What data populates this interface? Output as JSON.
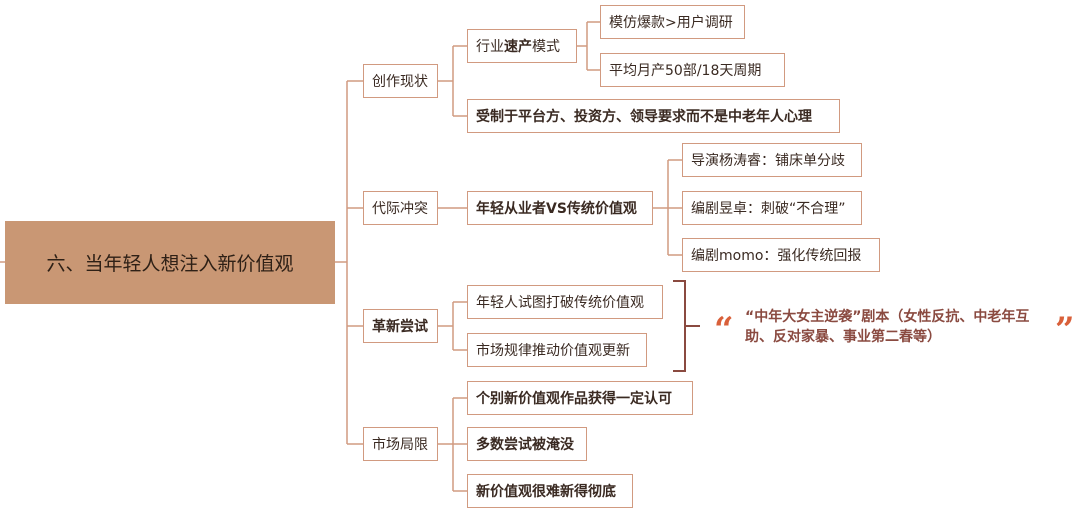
{
  "root": "六、当年轻人想注入新价值观",
  "branches": {
    "b1": {
      "label": "创作现状",
      "c1": {
        "pre": "行业",
        "bold": "速产",
        "post": "模式"
      },
      "c1_children": [
        "模仿爆款>用户调研",
        "平均月产50部/18天周期"
      ],
      "c2": "受制于平台方、投资方、领导要求而不是中老年人心理"
    },
    "b2": {
      "label": "代际冲突",
      "c1": "年轻从业者VS传统价值观",
      "c1_children": [
        "导演杨涛睿：铺床单分歧",
        "编剧昱卓：刺破“不合理”",
        "编剧momo：强化传统回报"
      ]
    },
    "b3": {
      "label": "革新尝试",
      "children": [
        "年轻人试图打破传统价值观",
        "市场规律推动价值观更新"
      ],
      "quote": "“中年大女主逆袭”剧本（女性反抗、中老年互助、反对家暴、事业第二春等）"
    },
    "b4": {
      "label": "市场局限",
      "children": [
        "个别新价值观作品获得一定认可",
        "多数尝试被淹没",
        "新价值观很难新得彻底"
      ]
    }
  },
  "colors": {
    "line": "#d19a80",
    "root_fill": "#c99774",
    "quote_mark": "#d9603a",
    "quote_text": "#8a4a40"
  }
}
